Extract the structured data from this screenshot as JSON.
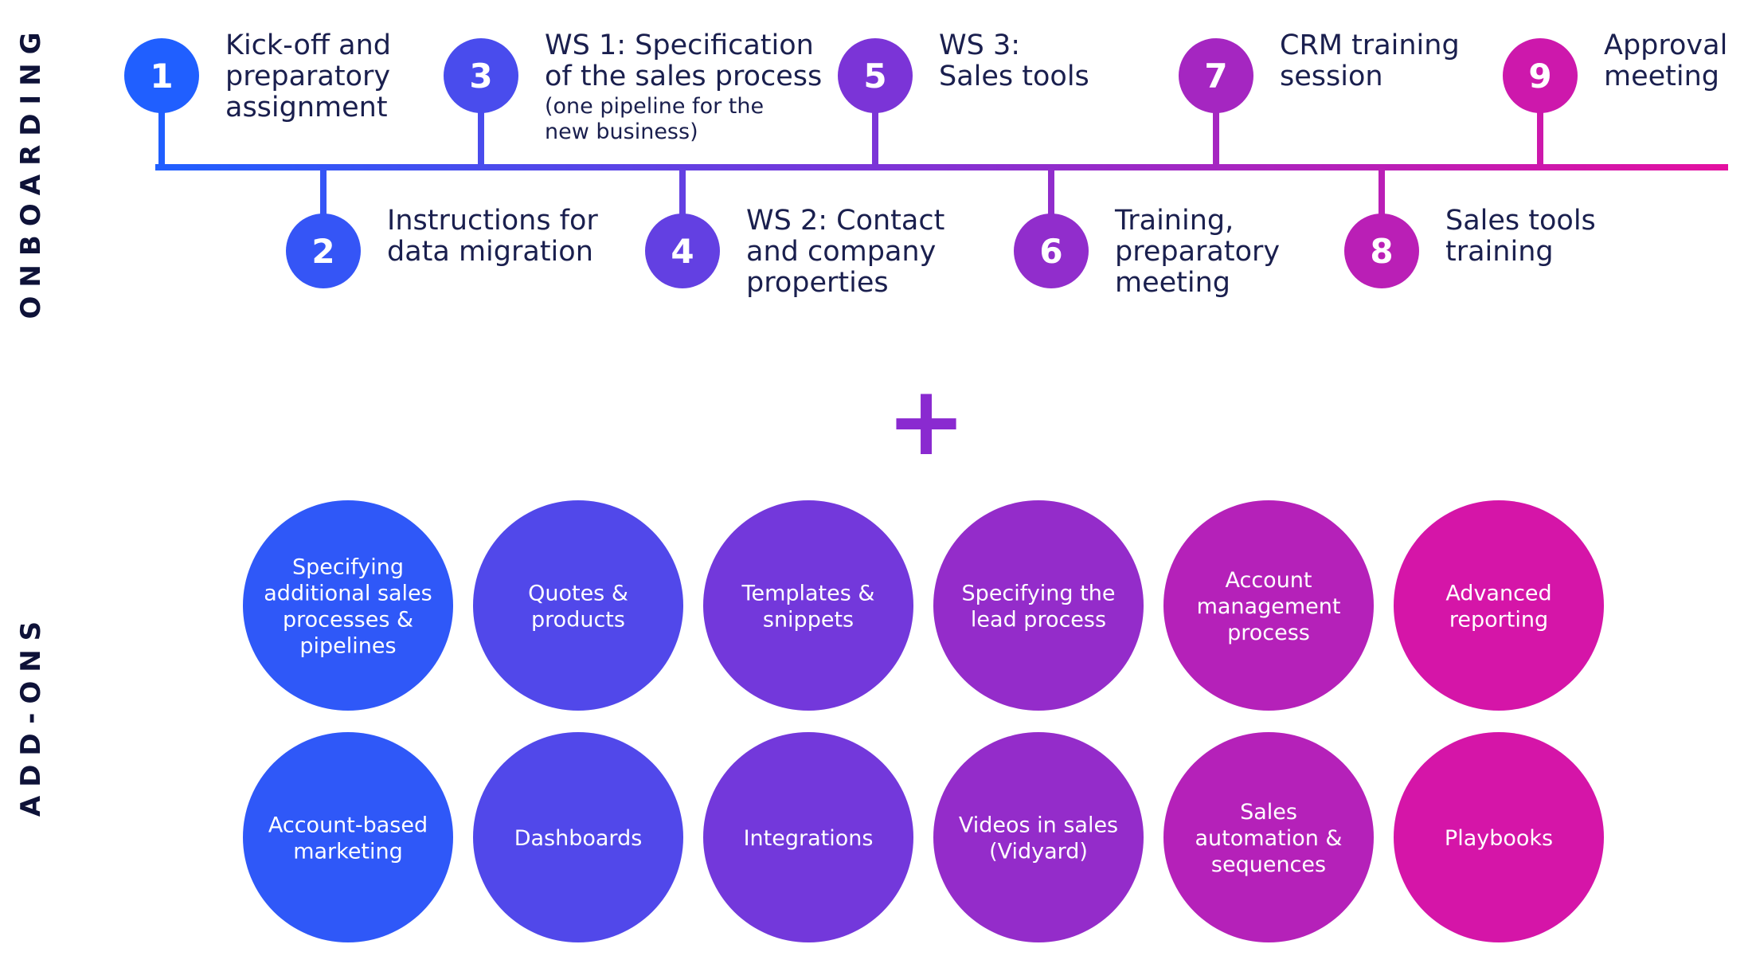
{
  "side_labels": {
    "onboarding": "ONBOARDING",
    "addons": "ADD-ONS"
  },
  "plus": "+",
  "colors": {
    "gradient_start": "#1f5fff",
    "gradient_mid": "#7a35d8",
    "gradient_end": "#e410a0",
    "text": "#1a1f4e",
    "label": "#0e1238"
  },
  "steps": [
    {
      "num": "1",
      "lines": [
        "Kick-off and",
        "preparatory",
        "assignment"
      ],
      "sub": []
    },
    {
      "num": "2",
      "lines": [
        "Instructions for",
        "data migration"
      ],
      "sub": []
    },
    {
      "num": "3",
      "lines": [
        "WS 1: Specification",
        "of the sales process"
      ],
      "sub": [
        "(one pipeline for the",
        "new business)"
      ]
    },
    {
      "num": "4",
      "lines": [
        "WS 2: Contact",
        "and company",
        "properties"
      ],
      "sub": []
    },
    {
      "num": "5",
      "lines": [
        "WS 3:",
        "Sales tools"
      ],
      "sub": []
    },
    {
      "num": "6",
      "lines": [
        "Training,",
        "preparatory",
        "meeting"
      ],
      "sub": []
    },
    {
      "num": "7",
      "lines": [
        "CRM training",
        "session"
      ],
      "sub": []
    },
    {
      "num": "8",
      "lines": [
        "Sales tools",
        "training"
      ],
      "sub": []
    },
    {
      "num": "9",
      "lines": [
        "Approval",
        "meeting"
      ],
      "sub": []
    }
  ],
  "addons": [
    [
      "Specifying",
      "additional sales",
      "processes &",
      "pipelines"
    ],
    [
      "Quotes &",
      "products"
    ],
    [
      "Templates &",
      "snippets"
    ],
    [
      "Specifying the",
      "lead process"
    ],
    [
      "Account",
      "management",
      "process"
    ],
    [
      "Advanced",
      "reporting"
    ],
    [
      "Account-based",
      "marketing"
    ],
    [
      "Dashboards"
    ],
    [
      "Integrations"
    ],
    [
      "Videos in sales",
      "(Vidyard)"
    ],
    [
      "Sales",
      "automation &",
      "sequences"
    ],
    [
      "Playbooks"
    ]
  ]
}
